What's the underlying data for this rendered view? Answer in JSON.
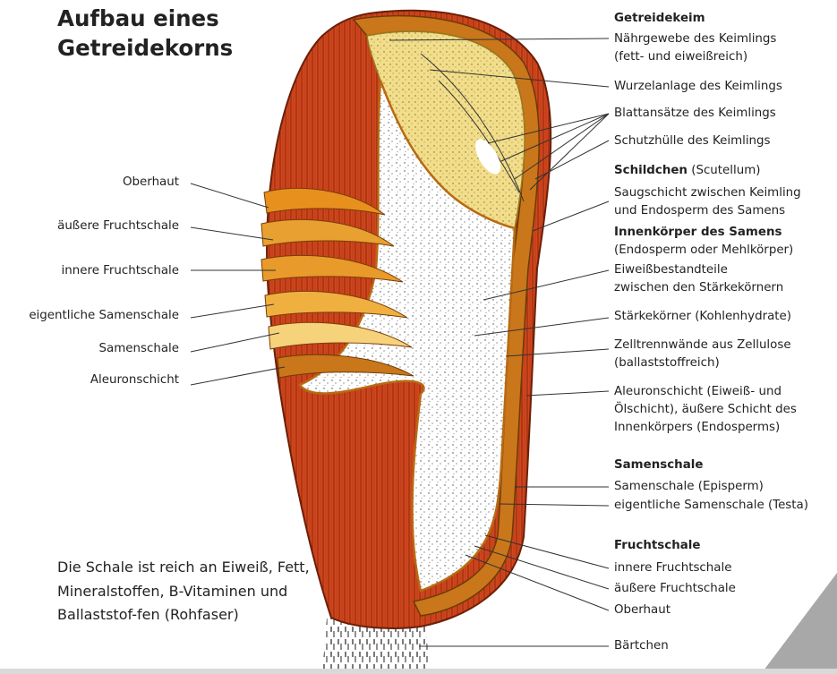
{
  "title": {
    "line1": "Aufbau eines",
    "line2": "Getreidekorns"
  },
  "note": "Die Schale ist reich an Eiweiß, Fett, Mineralstoffen, B-Vitaminen und Ballaststof-fen (Rohfaser)",
  "left_labels": [
    "Oberhaut",
    "äußere Fruchtschale",
    "innere Fruchtschale",
    "eigentliche Samenschale",
    "Samenschale",
    "Aleuronschicht"
  ],
  "right": {
    "getreidekeim_heading": "Getreidekeim",
    "naehrgewebe_1": "Nährgewebe des Keimlings",
    "naehrgewebe_2": "(fett- und eiweißreich)",
    "wurzelanlage": "Wurzelanlage des Keimlings",
    "blattansaetze": "Blattansätze des Keimlings",
    "schutzhuelle": "Schutzhülle des Keimlings",
    "schildchen_bold": "Schildchen",
    "schildchen_rest": " (Scutellum)",
    "saugschicht_1": "Saugschicht zwischen Keimling",
    "saugschicht_2": "und Endosperm des Samens",
    "innenkoerper_bold": "Innenkörper des Samens",
    "innenkoerper_2": "(Endosperm oder Mehlkörper)",
    "eiweiss_1": "Eiweißbestandteile",
    "eiweiss_2": "zwischen den Stärkekörnern",
    "staerke": "Stärkekörner (Kohlenhydrate)",
    "zell_1": "Zelltrennwände aus Zellulose",
    "zell_2": "(ballaststoffreich)",
    "aleuron_1": "Aleuronschicht (Eiweiß- und",
    "aleuron_2": "Ölschicht), äußere Schicht des",
    "aleuron_3": "Innenkörpers (Endosperms)",
    "samenschale_heading": "Samenschale",
    "episperm": "Samenschale (Episperm)",
    "testa": "eigentliche Samenschale (Testa)",
    "fruchtschale_heading": "Fruchtschale",
    "innere": "innere Fruchtschale",
    "aeussere": "äußere Fruchtschale",
    "oberhaut": "Oberhaut",
    "baertchen": "Bärtchen"
  },
  "colors": {
    "husk_red": "#d2461c",
    "husk_dark": "#8a2a0e",
    "shell_orange": "#e8901e",
    "shell_light": "#f6d27a",
    "germ_yellow": "#f1dd8a",
    "endosperm": "#ffffff",
    "aleuron": "#b86a12",
    "corner_gray": "#a8a8a8"
  }
}
